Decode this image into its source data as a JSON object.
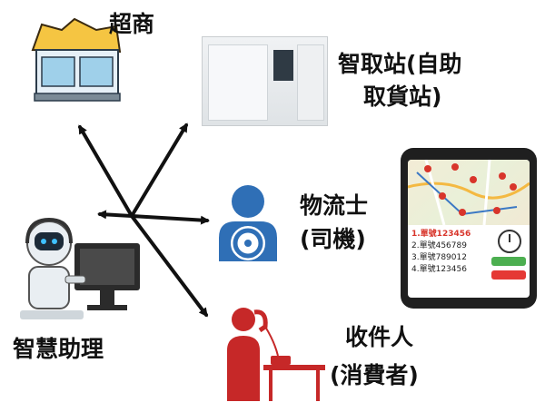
{
  "nodes": {
    "convenience_store": "超商",
    "pickup_station_line1": "智取站(自助",
    "pickup_station_line2": "取貨站)",
    "courier_line1": "物流士",
    "courier_line2": "(司機)",
    "ai_assistant": "智慧助理",
    "recipient_line1": "收件人",
    "recipient_line2": "(消費者)"
  },
  "phone": {
    "orders": [
      "1.單號123456",
      "2.單號456789",
      "3.單號789012",
      "4.單號123456"
    ]
  },
  "colors": {
    "arrow": "#111111",
    "courier_icon": "#2f6fb6",
    "recipient_icon": "#c62828",
    "order_active": "#d8352b",
    "button_green": "#4caf50",
    "button_red": "#e53935"
  },
  "icons": [
    "store-icon",
    "pickup-kiosk-image",
    "driver-icon",
    "robot-assistant-icon",
    "phone-map-icon",
    "recipient-phone-icon"
  ]
}
